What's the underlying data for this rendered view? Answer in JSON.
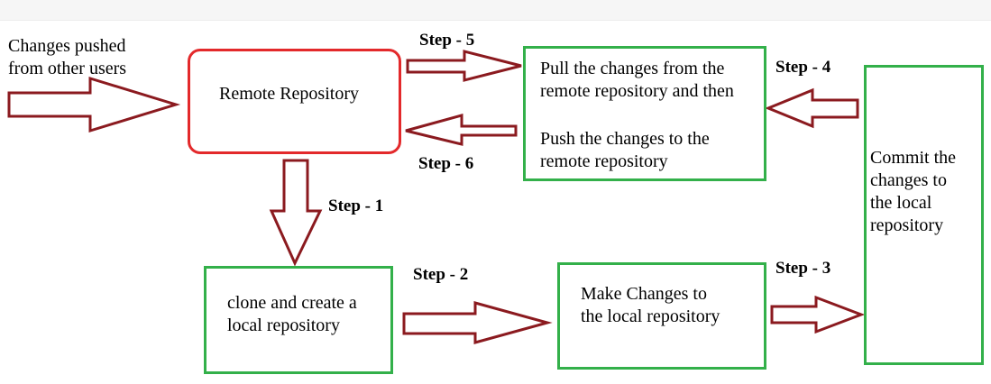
{
  "external_label": [
    "Changes pushed",
    "from other users"
  ],
  "remote_repo": "Remote Repository",
  "pull_push_box": {
    "pull_lines": [
      "Pull the changes from the",
      "remote repository and then"
    ],
    "push_lines": [
      "Push the changes to the",
      "remote repository"
    ]
  },
  "commit_box": [
    "Commit the",
    "changes to",
    "the local",
    "repository"
  ],
  "clone_box": [
    "clone and create a",
    "local repository"
  ],
  "make_changes_box": [
    "Make Changes to",
    "the local repository"
  ],
  "steps": {
    "step1": "Step - 1",
    "step2": "Step - 2",
    "step3": "Step - 3",
    "step4": "Step - 4",
    "step5": "Step - 5",
    "step6": "Step - 6"
  },
  "colors": {
    "arrow_stroke": "#8b1a1f",
    "green_border": "#33b04a",
    "red_border": "#e3292b"
  }
}
